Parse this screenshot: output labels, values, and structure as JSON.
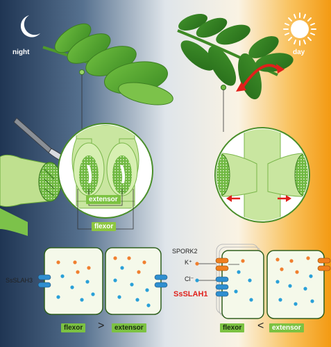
{
  "labels": {
    "night": "night",
    "day": "day",
    "extensor_inner": "extensor",
    "flexor_inner": "flexor",
    "sspork2": "SPORK2",
    "k_ion": "K⁺",
    "cl_ion": "Cl⁻",
    "ssslah1": "SsSLAH1",
    "ssslah3": "SsSLAH3",
    "flexor_left": "flexor",
    "greater": ">",
    "extensor_left": "extensor",
    "flexor_right": "flexor",
    "less": "<",
    "extensor_right": "extensor"
  },
  "colors": {
    "night_sky": "#1e3a5c",
    "day_sky": "#f7a21b",
    "tissue_green": "#cfe8a8",
    "leaf_green": "#5aa832",
    "potassium": "#f07f2f",
    "chloride": "#29a0d8",
    "label_green": "#7cc242",
    "accent_red": "#e0201b"
  }
}
